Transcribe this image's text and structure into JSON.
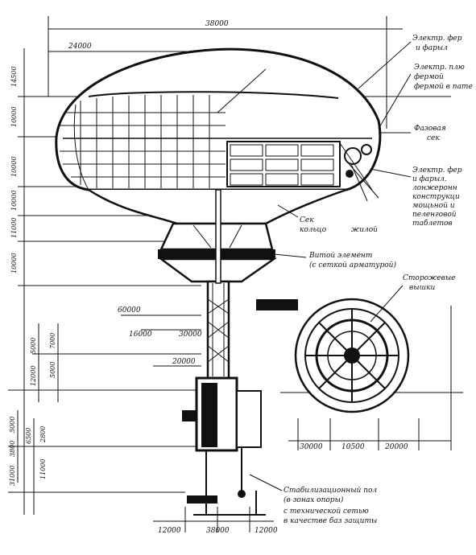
{
  "drawing": {
    "title": "",
    "top_dimension": "38000",
    "upper_left_dimension": "24000",
    "left_vertical_dimensions": [
      "14500",
      "10000",
      "10000",
      "10000",
      "11000",
      "10000",
      "5000",
      "12000",
      "7000",
      "5000",
      "5000",
      "6500",
      "3800",
      "2800",
      "11000",
      "31000"
    ],
    "mid_dimensions": [
      "60000",
      "16000",
      "30000",
      "20000"
    ],
    "bottom_dimensions": [
      "12000",
      "38000",
      "12000"
    ],
    "plan_dimensions": [
      "30000",
      "10500",
      "20000"
    ],
    "callouts": [
      {
        "id": "c1",
        "lines": [
          "Электр. фер",
          "и фарыл"
        ]
      },
      {
        "id": "c2",
        "lines": [
          "Электр. плю",
          "фермой",
          "фермой в пате"
        ]
      },
      {
        "id": "c3",
        "lines": [
          "Фазовая",
          "сек"
        ]
      },
      {
        "id": "c4",
        "lines": [
          "Электр. фер",
          "и фарыл.",
          "лонжеронн",
          "конструкци",
          "мощьной и",
          "пеленговой",
          "таблетов"
        ]
      },
      {
        "id": "c5",
        "lines": [
          "Сек",
          "кольцо",
          "жилой"
        ]
      },
      {
        "id": "c6",
        "lines": [
          "Витой элемент",
          "(с сеткой арматурой)"
        ]
      },
      {
        "id": "c7",
        "lines": [
          "Сторожевые",
          "вышки"
        ]
      },
      {
        "id": "c8",
        "lines": [
          "Стабилизационный пол",
          "(в зонах опоры)",
          "с технической сетью",
          "в качестве баз защиты"
        ]
      }
    ]
  }
}
